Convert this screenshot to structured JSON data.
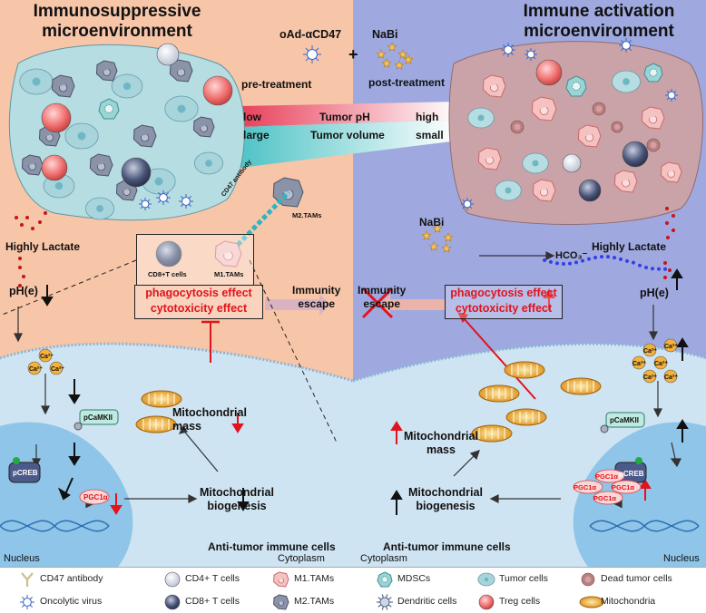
{
  "left_title": "Immunosuppressive\nmicroenvironment",
  "right_title": "Immune activation\nmicroenvironment",
  "treatment": {
    "drug1": "oAd-αCD47",
    "plus": "+",
    "drug2": "NaBi",
    "pre": "pre-treatment",
    "post": "post-treatment"
  },
  "gradient": {
    "row1": {
      "low": "low",
      "label": "Tumor pH",
      "high": "high"
    },
    "row2": {
      "low": "large",
      "label": "Tumor volume",
      "high": "small"
    }
  },
  "left": {
    "lactate": "Highly Lactate",
    "ph": "pH(e)",
    "ca": "Ca²⁺",
    "pcamkii": "pCaMKII",
    "pcreb": "pCREB",
    "pgc": "PGC1α",
    "mito_mass": "Mitochondrial\nmass",
    "mito_bio": "Mitochondrial\nbiogenesis",
    "anti": "Anti-tumor immune cells",
    "nucleus": "Nucleus",
    "cytoplasm": "Cytoplasm",
    "effects": [
      "phagocytosis effect",
      "cytotoxicity effect"
    ],
    "escape": "Immunity\nescape",
    "cd8": "CD8+T cells",
    "m1": "M1.TAMs",
    "cd47ab": "CD47 antibody",
    "m2": "M2.TAMs"
  },
  "right": {
    "nabi": "NaBi",
    "hco3": "HCO₃⁻",
    "lactate": "Highly Lactate",
    "ph": "pH(e)",
    "ca": "Ca²⁺",
    "pcamkii": "pCaMKII",
    "pcreb": "pCREB",
    "pgc": "PGC1α",
    "mito_mass": "Mitochondrial\nmass",
    "mito_bio": "Mitochondrial\nbiogenesis",
    "anti": "Anti-tumor immune cells",
    "nucleus": "Nucleus",
    "cytoplasm": "Cytoplasm",
    "effects": [
      "phagocytosis effect",
      "cytotoxicity effect"
    ],
    "escape": "Immunity\nescape"
  },
  "legend": [
    {
      "label": "CD47 antibody",
      "icon": "cd47-antibody-icon"
    },
    {
      "label": "CD4+ T cells",
      "icon": "cd4-t-cell-icon"
    },
    {
      "label": "M1.TAMs",
      "icon": "m1-tam-icon"
    },
    {
      "label": "MDSCs",
      "icon": "mdsc-icon"
    },
    {
      "label": "Tumor cells",
      "icon": "tumor-cell-icon"
    },
    {
      "label": "Dead tumor cells",
      "icon": "dead-tumor-cell-icon"
    },
    {
      "label": "Oncolytic virus",
      "icon": "oncolytic-virus-icon"
    },
    {
      "label": "CD8+ T cells",
      "icon": "cd8-t-cell-icon"
    },
    {
      "label": "M2.TAMs",
      "icon": "m2-tam-icon"
    },
    {
      "label": "Dendritic cells",
      "icon": "dendritic-cell-icon"
    },
    {
      "label": "Treg cells",
      "icon": "treg-cell-icon"
    },
    {
      "label": "Mitochondria",
      "icon": "mitochondria-icon"
    }
  ],
  "colors": {
    "left_bg": "#f7c5a8",
    "right_bg": "#9fa9e0",
    "cell_bg": "#cfe4f2",
    "red": "#e0141c",
    "tumor": "#a8d4dc"
  }
}
